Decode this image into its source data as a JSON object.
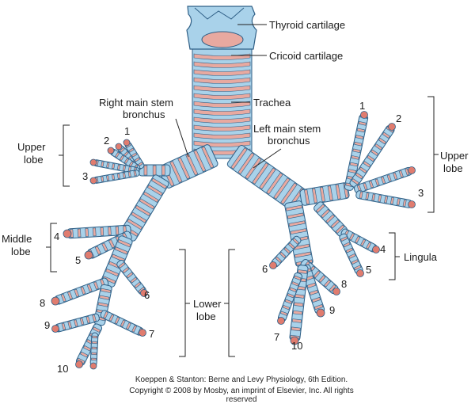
{
  "labels": {
    "thyroid": "Thyroid cartilage",
    "cricoid": "Cricoid cartilage",
    "trachea": "Trachea",
    "right_main_1": "Right main stem",
    "right_main_2": "bronchus",
    "left_main_1": "Left main stem",
    "left_main_2": "bronchus",
    "right_upper_1": "Upper",
    "right_upper_2": "lobe",
    "right_middle_1": "Middle",
    "right_middle_2": "lobe",
    "right_lower_1": "Lower",
    "right_lower_2": "lobe",
    "left_upper_1": "Upper",
    "left_upper_2": "lobe",
    "lingula": "Lingula"
  },
  "segments": {
    "right": [
      "1",
      "2",
      "3",
      "4",
      "5",
      "6",
      "7",
      "8",
      "9",
      "10"
    ],
    "left": [
      "1",
      "2",
      "3",
      "4",
      "5",
      "6",
      "7",
      "8",
      "9",
      "10"
    ]
  },
  "credits": {
    "line1": "Koeppen & Stanton: Berne and Levy Physiology, 6th Edition.",
    "line2": "Copyright © 2008 by Mosby, an imprint of Elsevier, Inc. All rights reserved"
  },
  "colors": {
    "airway_fill": "#a9d2ea",
    "airway_outline": "#2f5f86",
    "ring_fill": "#e8a9a0",
    "tip_fill": "#e07c6f"
  }
}
